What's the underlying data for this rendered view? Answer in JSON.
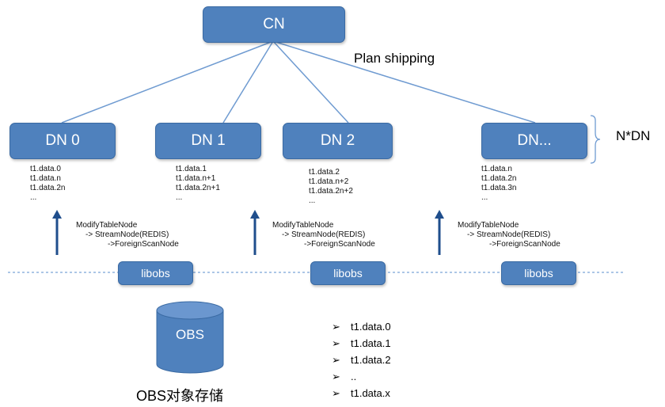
{
  "cn": {
    "label": "CN"
  },
  "plan_shipping": "Plan shipping",
  "n_dn": "N*DN",
  "dns": [
    {
      "label": "DN 0",
      "data": [
        "t1.data.0",
        "t1.data.n",
        "t1.data.2n",
        "..."
      ]
    },
    {
      "label": "DN 1",
      "data": [
        "t1.data.1",
        "t1.data.n+1",
        "t1.data.2n+1",
        "..."
      ]
    },
    {
      "label": "DN 2",
      "data": [
        "t1.data.2",
        "t1.data.n+2",
        "t1.data.2n+2",
        "..."
      ]
    },
    {
      "label": "DN...",
      "data": [
        "t1.data.n",
        "t1.data.2n",
        "t1.data.3n",
        "..."
      ]
    }
  ],
  "node_chain": [
    "ModifyTableNode",
    "-> StreamNode(REDIS)",
    "->ForeignScanNode"
  ],
  "libobs": "libobs",
  "obs": {
    "label": "OBS",
    "caption": "OBS对象存储"
  },
  "obs_files": [
    "t1.data.0",
    "t1.data.1",
    "t1.data.2",
    "..",
    "t1.data.x"
  ],
  "colors": {
    "box_fill": "#4f81bd",
    "line": "#6f9bd1",
    "arrow": "#1f4e8c"
  }
}
